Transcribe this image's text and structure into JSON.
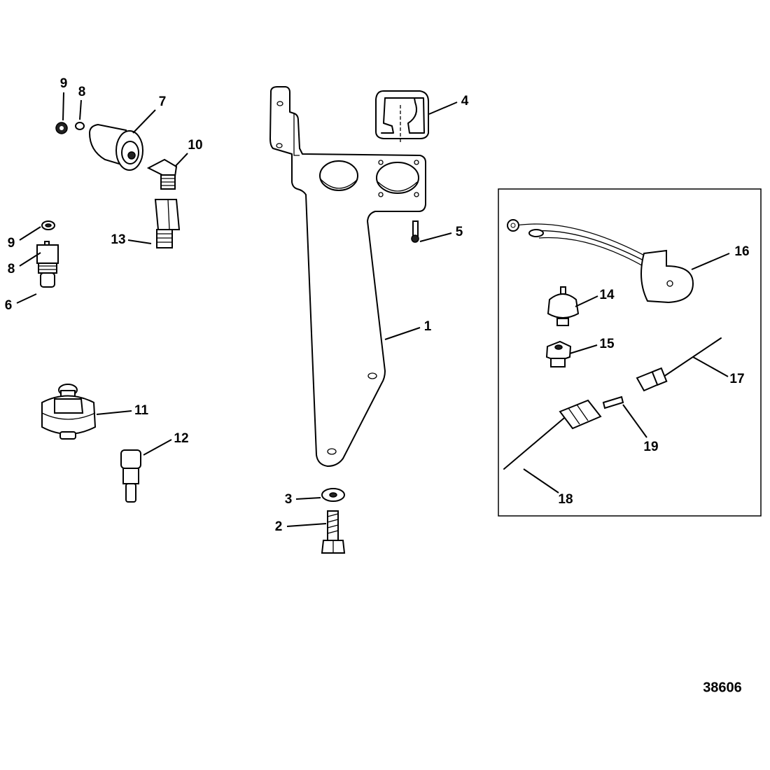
{
  "diagram": {
    "figure_number": "38606",
    "callouts": {
      "c1": "1",
      "c2": "2",
      "c3": "3",
      "c4": "4",
      "c5": "5",
      "c6": "6",
      "c7": "7",
      "c8a": "8",
      "c8b": "8",
      "c9a": "9",
      "c9b": "9",
      "c10": "10",
      "c11": "11",
      "c12": "12",
      "c13": "13",
      "c14": "14",
      "c15": "15",
      "c16": "16",
      "c17": "17",
      "c18": "18",
      "c19": "19"
    }
  }
}
